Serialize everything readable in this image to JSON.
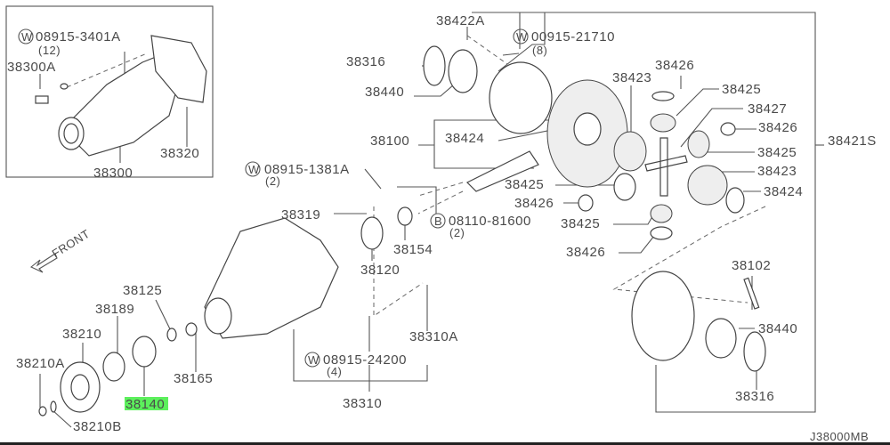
{
  "diagram_id": "J38000MB",
  "front_label": "FRONT",
  "highlighted_part": "38140",
  "highlight_color": "#5cf05c",
  "callouts": {
    "w_3401a": {
      "prefix": "W",
      "part": "08915-3401A",
      "qty": "(12)"
    },
    "p38300a": "38300A",
    "p38320": "38320",
    "p38300": "38300",
    "p38422a": "38422A",
    "w_21710": {
      "prefix": "W",
      "part": "00915-21710",
      "qty": "(8)"
    },
    "p38316_top": "38316",
    "p38440_top": "38440",
    "p38100": "38100",
    "p38424_a": "38424",
    "p38426_a": "38426",
    "p38423_a": "38423",
    "p38425_a": "38425",
    "p38427": "38427",
    "p38426_b": "38426",
    "p38425_b": "38425",
    "p38423_b": "38423",
    "p38424_b": "38424",
    "p38421s": "38421S",
    "w_1381a": {
      "prefix": "W",
      "part": "08915-1381A",
      "qty": "(2)"
    },
    "p38425_c": "38425",
    "p38426_c": "38426",
    "b_81600": {
      "prefix": "B",
      "part": "08110-81600",
      "qty": "(2)"
    },
    "p38425_d": "38425",
    "p38426_d": "38426",
    "p38319": "38319",
    "p38154": "38154",
    "p38120": "38120",
    "p38125": "38125",
    "p38189": "38189",
    "p38210": "38210",
    "p38102": "38102",
    "p38310a": "38310A",
    "p38440_bot": "38440",
    "p38210a": "38210A",
    "w_24200": {
      "prefix": "W",
      "part": "08915-24200",
      "qty": "(4)"
    },
    "p38165": "38165",
    "p38140": "38140",
    "p38316_bot": "38316",
    "p38310": "38310",
    "p38210b": "38210B"
  }
}
